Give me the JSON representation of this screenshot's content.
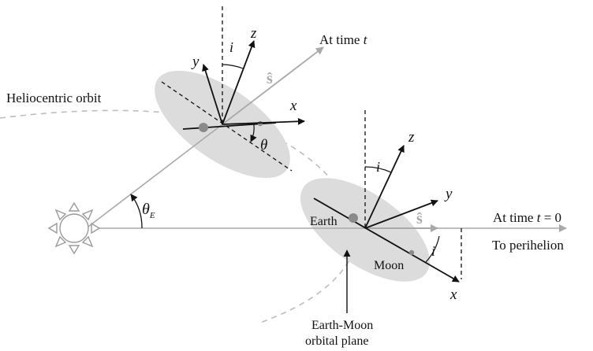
{
  "labels": {
    "heliocentric_orbit": "Heliocentric orbit",
    "at_time_t_prefix": "At time ",
    "at_time_t_var": "t",
    "at_time_0_prefix": "At time ",
    "at_time_0_var": "t",
    "at_time_0_suffix": " = 0",
    "to_perihelion": "To perihelion",
    "earth": "Earth",
    "moon": "Moon",
    "plane_line1": "Earth-Moon",
    "plane_line2": "orbital plane",
    "theta_e_main": "θ",
    "theta_e_sub": "E",
    "theta": "θ",
    "inclination_top": "i",
    "inclination_bottom_upper": "i",
    "inclination_bottom_lower": "i",
    "axis_x_top": "x",
    "axis_y_top": "y",
    "axis_z_top": "z",
    "axis_x_bottom": "x",
    "axis_y_bottom": "y",
    "axis_z_bottom": "z",
    "s_hat_top": "ŝ",
    "s_hat_bottom": "ŝ"
  },
  "colors": {
    "ink": "#111111",
    "gray_line": "#a9a9a9",
    "plane_fill": "#dcdcdc",
    "body_fill": "#8a8a8a",
    "sun_stroke": "#9a9a9a"
  },
  "icons": {
    "sun": "sun-icon",
    "earth": "earth-marker",
    "moon": "moon-marker"
  }
}
